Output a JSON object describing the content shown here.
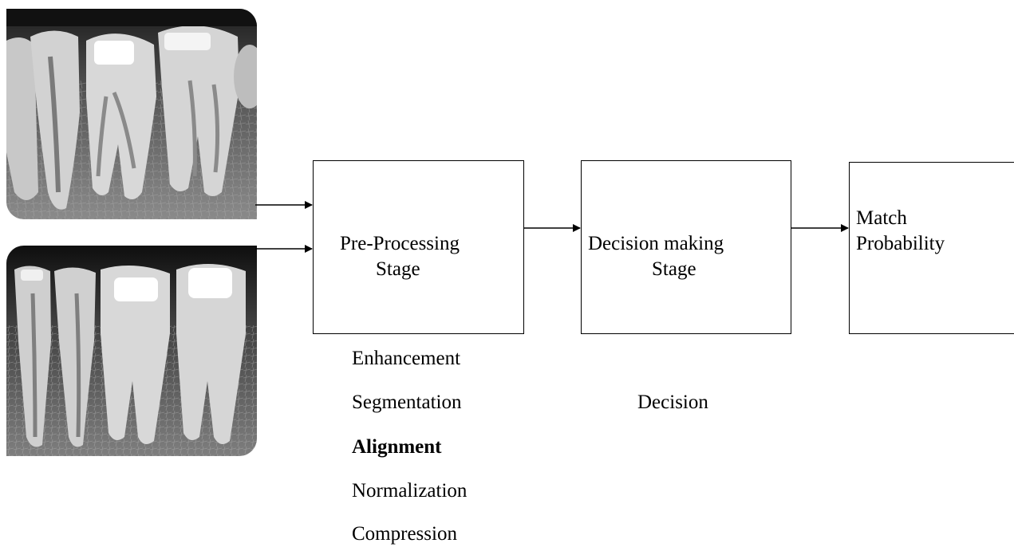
{
  "diagram": {
    "inputs": [
      {
        "name": "dental-xray-top"
      },
      {
        "name": "dental-xray-bottom"
      }
    ],
    "stages": [
      {
        "id": "pre",
        "lines": [
          "Pre-Processing",
          "Stage"
        ]
      },
      {
        "id": "dec",
        "lines": [
          "Decision making",
          "Stage"
        ]
      },
      {
        "id": "match",
        "lines": [
          "Match",
          "Probability"
        ]
      }
    ],
    "preprocessing_steps": [
      "Enhancement",
      "Segmentation",
      "Alignment",
      "Normalization",
      "Compression"
    ],
    "decision_steps": [
      "Decision"
    ]
  }
}
